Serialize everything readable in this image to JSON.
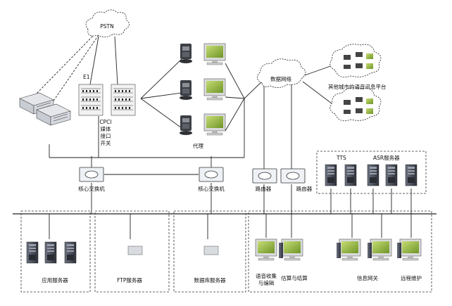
{
  "labels": {
    "pstn": "PSTN",
    "e1": "E1",
    "cpci": "CPCI",
    "media": "媒体",
    "interface": "接口",
    "switch_word": "开关",
    "agent": "代理",
    "core_switch_left": "核心交换机",
    "core_switch_right": "核心交换机",
    "data_network": "数据网络",
    "other_city": "其他城市的语音讯息平台",
    "tts": "TTS",
    "asr": "ASR服务器",
    "router_left": "路由器",
    "router_right": "路由器",
    "app_server": "应用服务器",
    "ftp_server": "FTP服务器",
    "db_server": "数据库服务器",
    "voice_collect_1": "语音收集",
    "voice_collect_2": "与编辑",
    "billing": "估算与结算",
    "gateway": "信息网关",
    "remote_maint": "远程维护"
  },
  "colors": {
    "line": "#222222",
    "cloud_fill": "#ffffff",
    "monitor_screen": "#8fb43a",
    "server_body": "#4a4e58",
    "phone": "#3c3f44",
    "switch_fill": "#eef1f5"
  }
}
